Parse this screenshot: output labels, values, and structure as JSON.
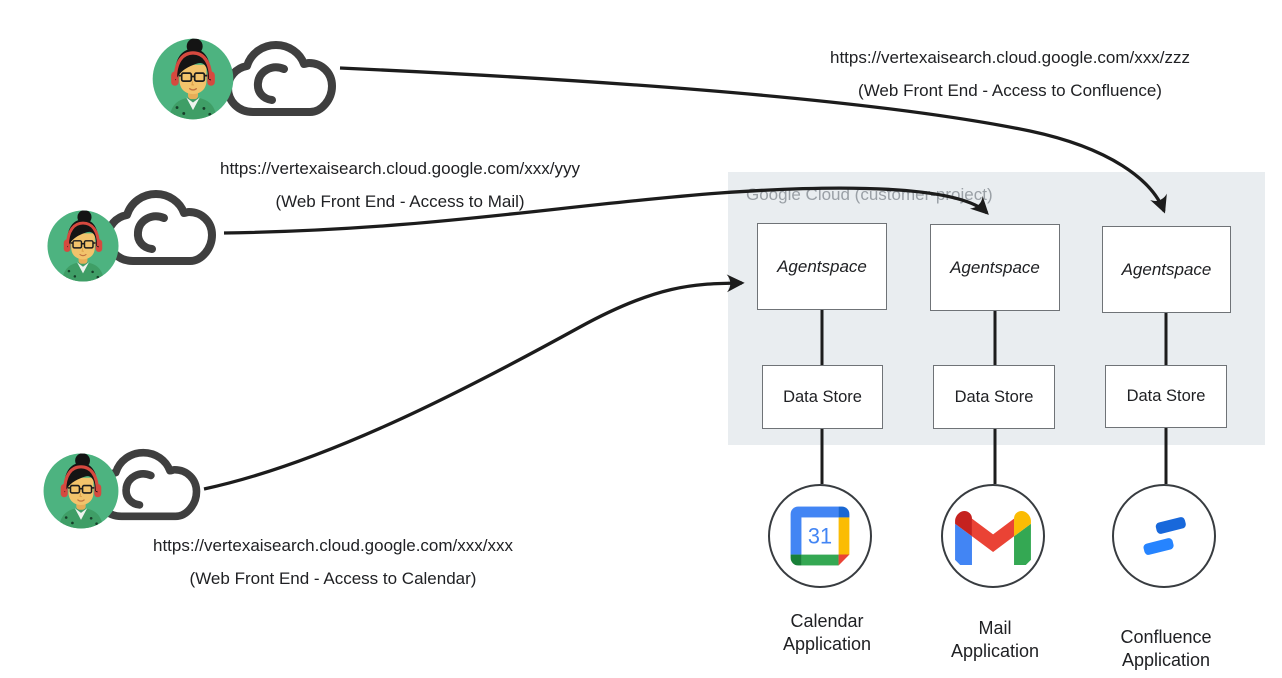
{
  "container": {
    "label": "Google Cloud (customer-project)"
  },
  "flows": [
    {
      "url": "https://vertexaisearch.cloud.google.com/xxx/zzz",
      "caption": "(Web Front End - Access to Confluence)"
    },
    {
      "url": "https://vertexaisearch.cloud.google.com/xxx/yyy",
      "caption": "(Web Front End - Access to Mail)"
    },
    {
      "url": "https://vertexaisearch.cloud.google.com/xxx/xxx",
      "caption": "(Web Front End - Access to Calendar)"
    }
  ],
  "columns": [
    {
      "engine": "Agentspace",
      "datastore": "Data Store",
      "app_line1": "Calendar",
      "app_line2": "Application",
      "icon": "google-calendar-icon"
    },
    {
      "engine": "Agentspace",
      "datastore": "Data Store",
      "app_line1": "Mail",
      "app_line2": "Application",
      "icon": "gmail-icon"
    },
    {
      "engine": "Agentspace",
      "datastore": "Data Store",
      "app_line1": "Confluence",
      "app_line2": "Application",
      "icon": "confluence-icon"
    }
  ],
  "calendar_day": "31",
  "colors": {
    "container_bg": "#e9edf0",
    "container_label": "#9aa0a6",
    "box_border": "#6f7377",
    "arrow": "#1c1c1c",
    "avatar_green": "#4db380",
    "google_blue": "#4285f4",
    "google_red": "#ea4335",
    "google_yellow": "#fbbc04",
    "google_green": "#34a853",
    "confluence_blue": "#1868db"
  }
}
